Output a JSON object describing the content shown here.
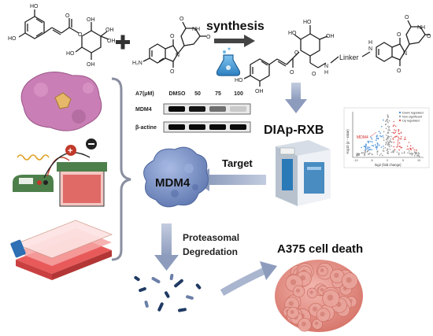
{
  "labels": {
    "synthesis": "synthesis",
    "linker": "Linker",
    "product": "DIAp-RXB",
    "target": "Target",
    "protein": "MDM4",
    "degradation_line1": "Proteasomal",
    "degradation_line2": "Degredation",
    "outcome": "A375 cell death"
  },
  "western_blot": {
    "condition_label": "A7(μM)",
    "lanes": [
      "DMSO",
      "50",
      "75",
      "100"
    ],
    "rows": [
      {
        "name": "MDM4",
        "intensity": [
          1.0,
          0.95,
          0.55,
          0.15
        ]
      },
      {
        "name": "β-actine",
        "intensity": [
          1.0,
          1.0,
          1.0,
          1.0
        ]
      }
    ]
  },
  "volcano": {
    "title": "",
    "ylabel": "-log10 (p - value)",
    "xlabel": "log2 (fold change)",
    "xticks": [
      "-10",
      "-5",
      "0",
      "5",
      "10"
    ],
    "legend": [
      "Down regulated",
      "Non significant",
      "Up regulated"
    ],
    "highlight_label": "MDM4",
    "colors": {
      "down": "#4a90d9",
      "ns": "#9a9a9a",
      "up": "#e05a5a"
    }
  },
  "colors": {
    "arrow": "#93a3c4",
    "protein": "#7f96c8",
    "cell": "#e59b92",
    "bracket": "#8a8fa0",
    "accent_red": "#d32f2f"
  }
}
